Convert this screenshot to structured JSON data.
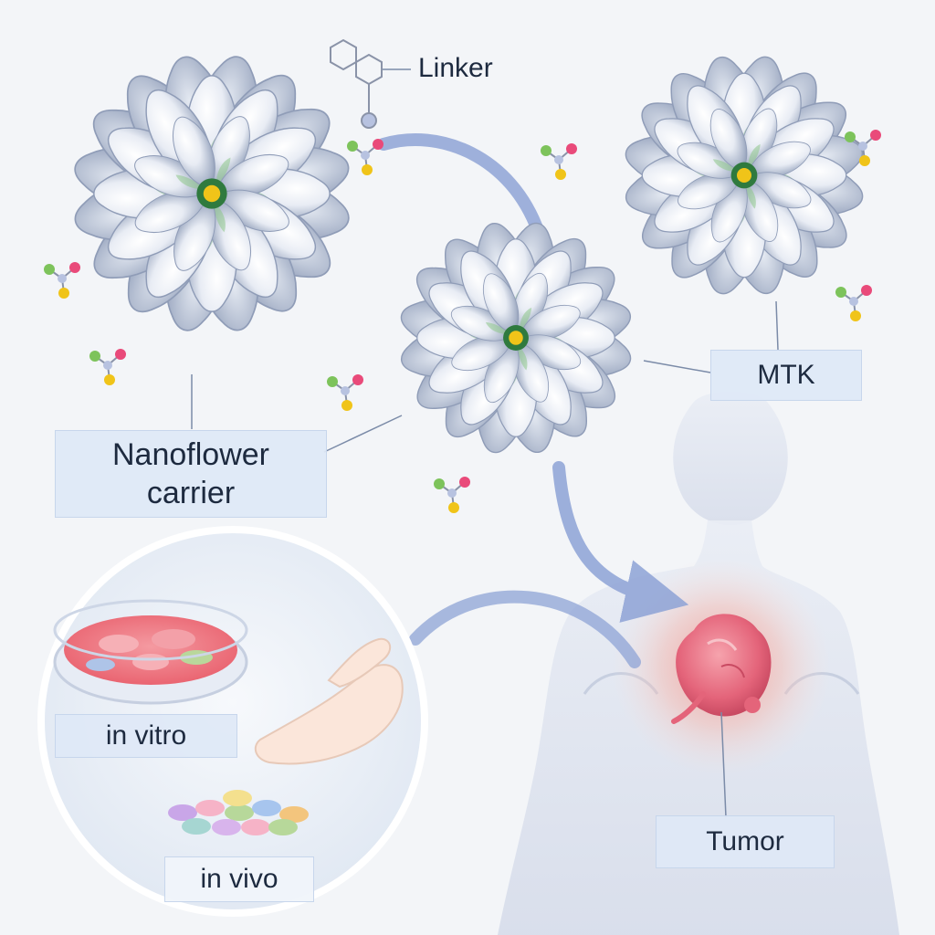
{
  "labels": {
    "linker": "Linker",
    "mtk": "MTK",
    "nanoflower_carrier": "Nanoflower carrier",
    "in_vitro": "in vitro",
    "in_vivo": "in vivo",
    "tumor": "Tumor"
  },
  "colors": {
    "petal_light": "#f4f6fb",
    "petal_shadow": "#8f9cb7",
    "petal_green": "#8ec68a",
    "flower_center": "#2f7a3e",
    "center_dot": "#f0c419",
    "arrow": "#8ea3d6",
    "label_bg": "#dee8f6",
    "tumor": "#e8667a",
    "glow": "#f7a39a",
    "body": "#dde3ef",
    "dish_cells": "#f27d86"
  }
}
